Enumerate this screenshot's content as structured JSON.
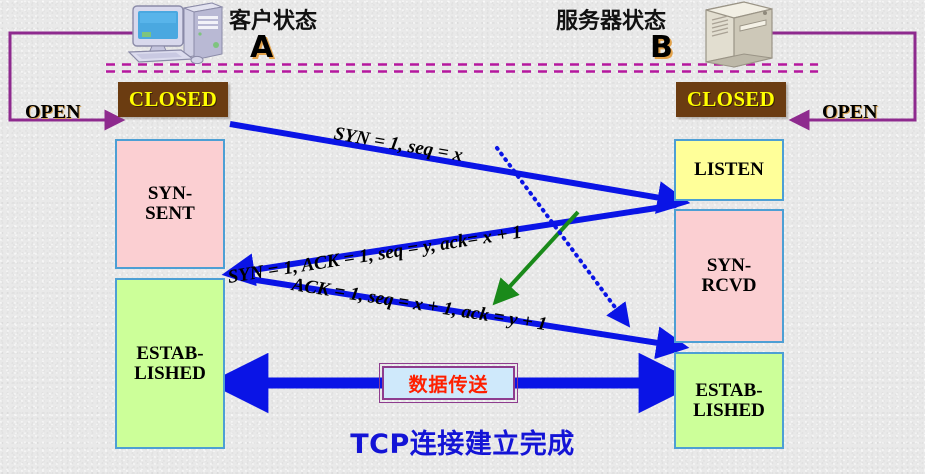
{
  "diagram": {
    "title": "TCP three-way handshake connection establishment",
    "caption": "TCP连接建立完成",
    "background_color": "#e9e9e9"
  },
  "columns": {
    "client": {
      "heading": "客户状态",
      "letter": "A",
      "icon": "desktop-computer-icon"
    },
    "server": {
      "heading": "服务器状态",
      "letter": "B",
      "icon": "server-tower-icon"
    }
  },
  "open_labels": {
    "left": "OPEN",
    "right": "OPEN"
  },
  "client_states": [
    {
      "id": "client-closed",
      "label": "CLOSED",
      "color": "#6b3c11",
      "text_color": "#ffff00"
    },
    {
      "id": "client-syn-sent",
      "label": "SYN-\nSENT",
      "color": "#fbcfd2",
      "text_color": "#000000"
    },
    {
      "id": "client-established",
      "label": "ESTAB-\nLISHED",
      "color": "#ccff99",
      "text_color": "#000000"
    }
  ],
  "server_states": [
    {
      "id": "server-closed",
      "label": "CLOSED",
      "color": "#6b3c11",
      "text_color": "#ffff00"
    },
    {
      "id": "server-listen",
      "label": "LISTEN",
      "color": "#ffff99",
      "text_color": "#000000"
    },
    {
      "id": "server-syn-rcvd",
      "label": "SYN-\nRCVD",
      "color": "#fbcfd2",
      "text_color": "#000000"
    },
    {
      "id": "server-established",
      "label": "ESTAB-\nLISHED",
      "color": "#ccff99",
      "text_color": "#000000"
    }
  ],
  "messages": [
    {
      "id": "msg-syn",
      "text": "SYN = 1, seq = x",
      "direction": "client-to-server",
      "color": "#0a14e6"
    },
    {
      "id": "msg-syn-ack",
      "text": "SYN = 1, ACK = 1, seq = y, ack= x + 1",
      "direction": "server-to-client",
      "color": "#0a14e6"
    },
    {
      "id": "msg-ack",
      "text": "ACK = 1, seq = x + 1, ack = y + 1",
      "direction": "client-to-server",
      "color": "#0a14e6"
    }
  ],
  "data_transfer": {
    "label": "数据传送",
    "box_color": "#cfe9fb",
    "border_color": "#8e3c8e",
    "text_color": "#ff1f00"
  },
  "accents": {
    "arrow_blue": "#0a14e6",
    "arrow_purple": "#8e2a8e",
    "arrow_green": "#1a8a1a",
    "dashed_line": "#b5179e",
    "box_border": "#4d9fd4"
  }
}
